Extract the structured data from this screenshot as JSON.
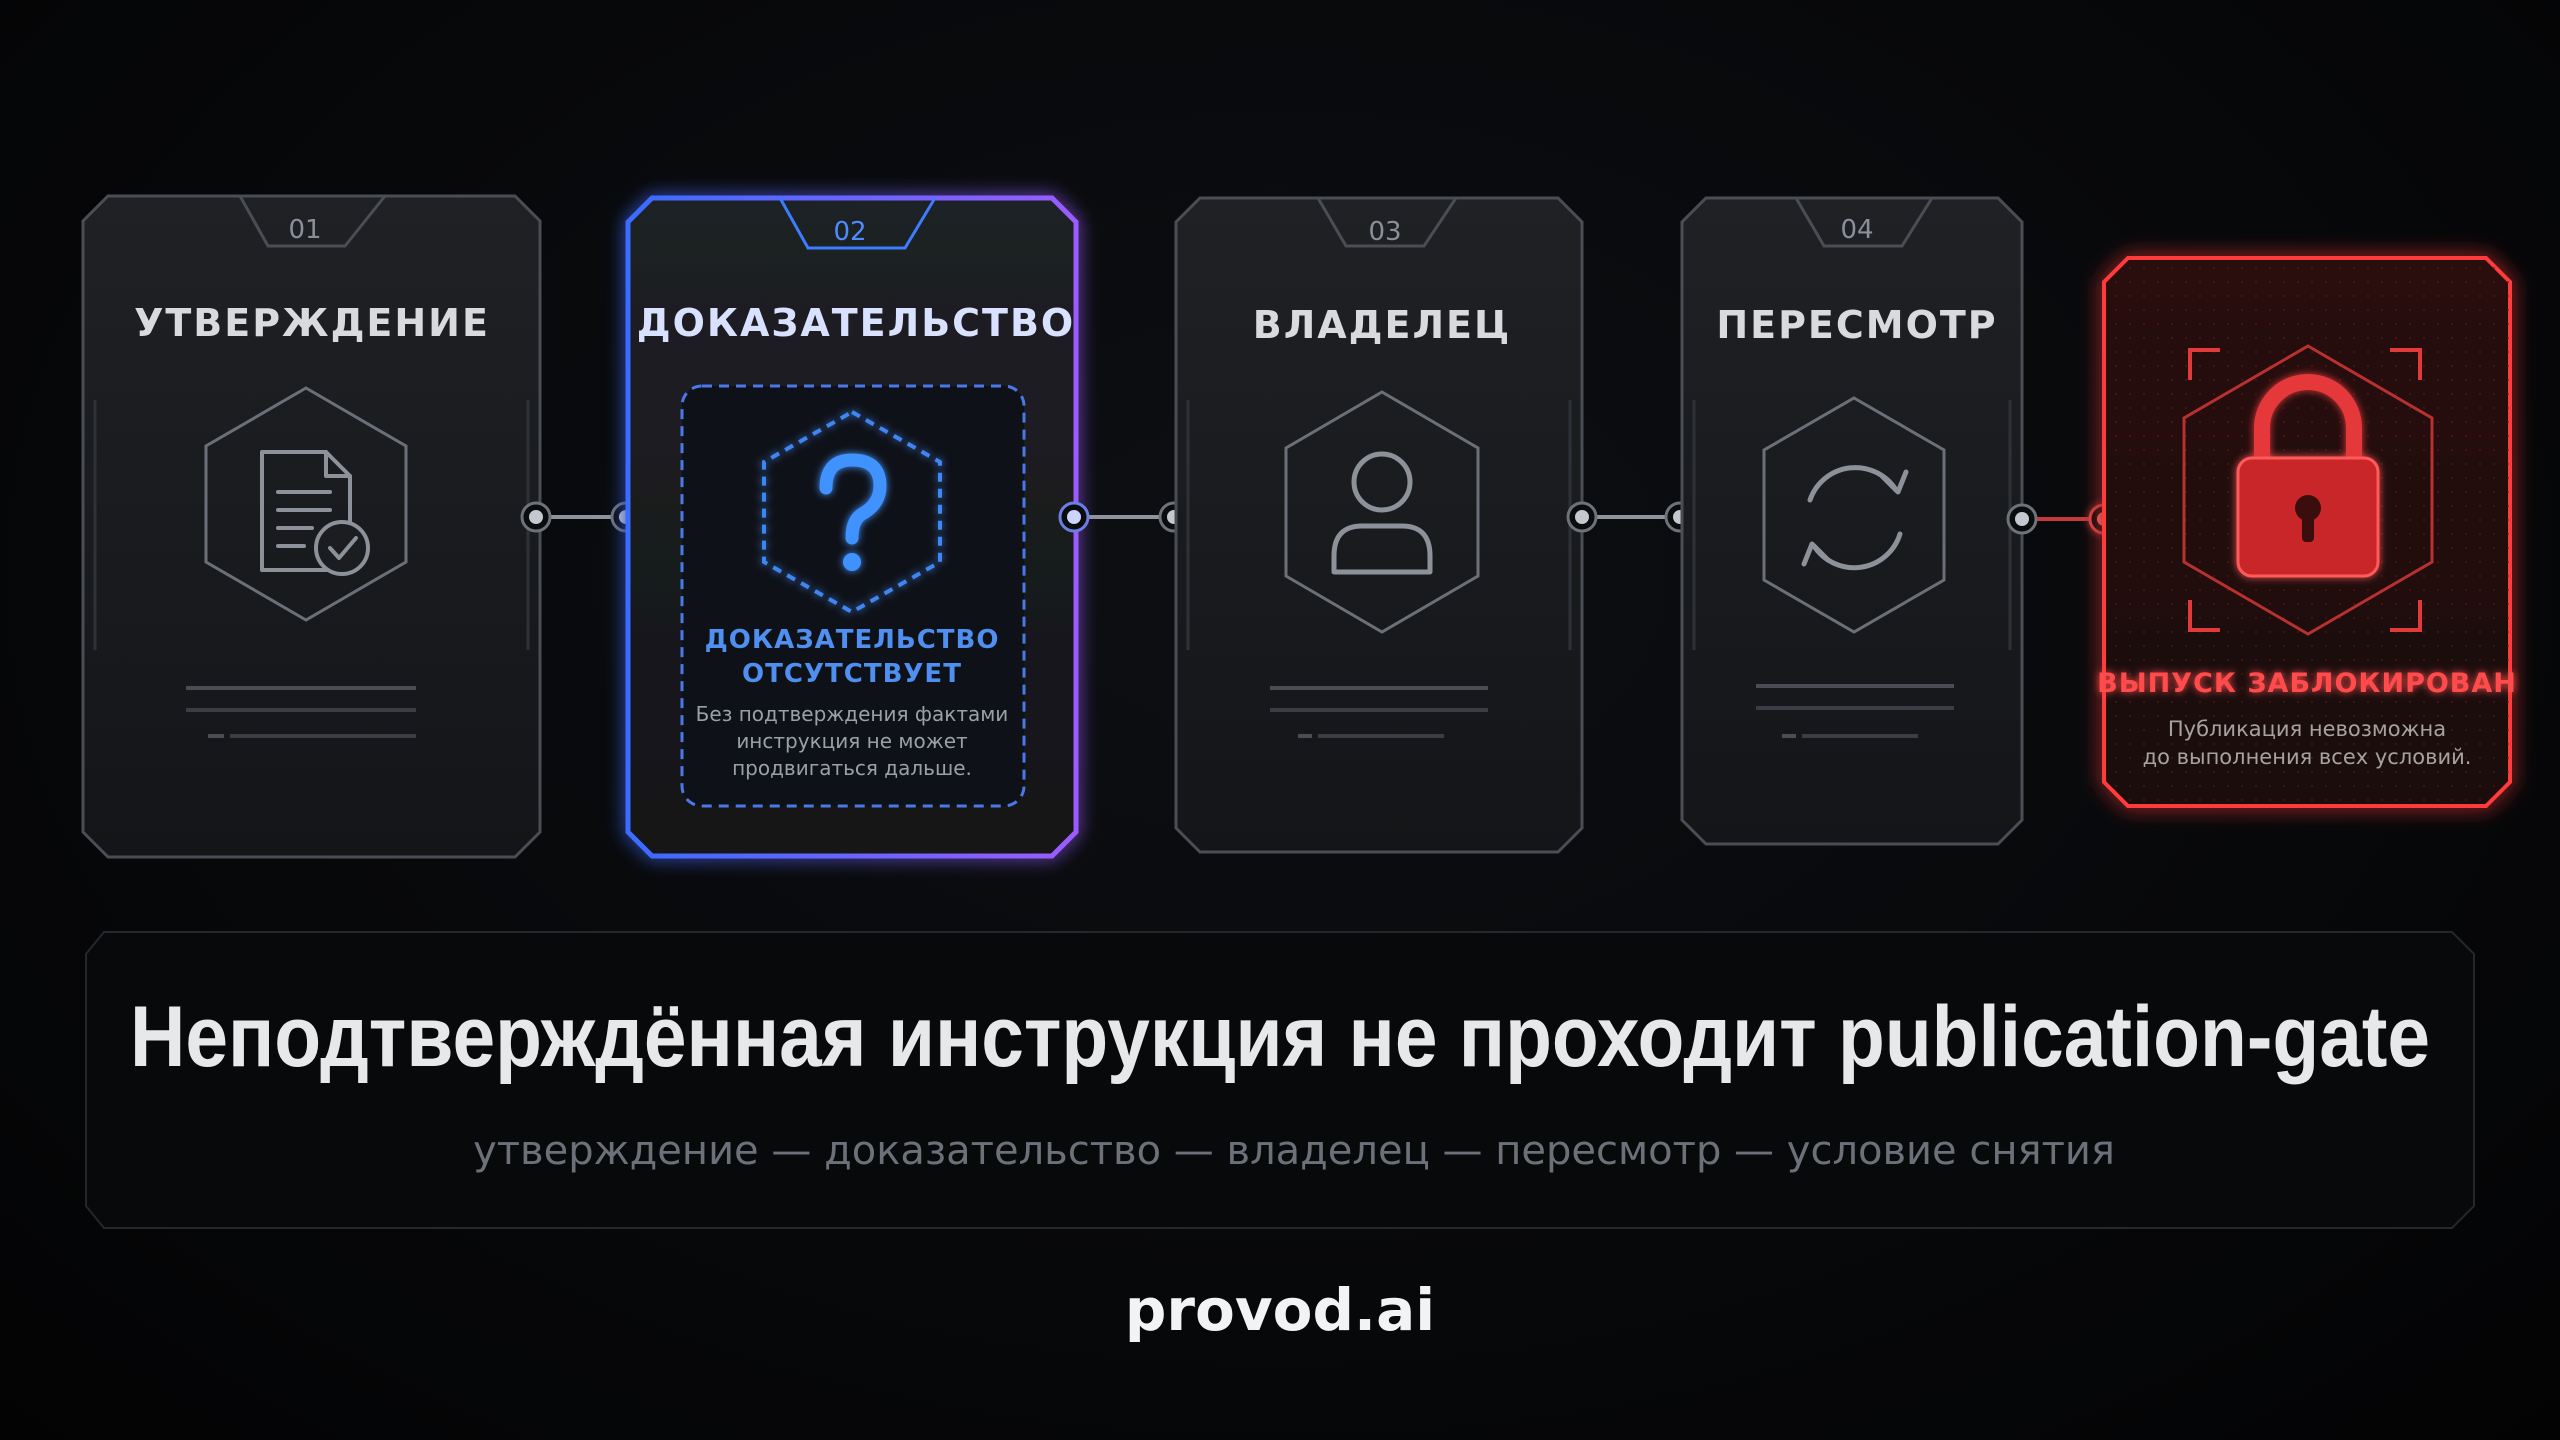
{
  "steps": [
    {
      "num": "01",
      "title": "УТВЕРЖДЕНИЕ",
      "icon": "document-check-icon"
    },
    {
      "num": "02",
      "title": "ДОКАЗАТЕЛЬСТВО",
      "icon": "question-mark-icon",
      "status_lines": [
        "ДОКАЗАТЕЛЬСТВО",
        "ОТСУТСТВУЕТ"
      ],
      "note_lines": [
        "Без подтверждения фактами",
        "инструкция не может",
        "продвигаться дальше."
      ]
    },
    {
      "num": "03",
      "title": "ВЛАДЕЛЕЦ",
      "icon": "user-icon"
    },
    {
      "num": "04",
      "title": "ПЕРЕСМОТР",
      "icon": "refresh-icon"
    }
  ],
  "gate": {
    "icon": "lock-icon",
    "title": "ВЫПУСК ЗАБЛОКИРОВАН",
    "note_lines": [
      "Публикация невозможна",
      "до выполнения всех условий."
    ]
  },
  "headline": "Неподтверждённая инструкция не проходит publication-gate",
  "subline": "утверждение — доказательство — владелец — пересмотр — условие снятия",
  "brand": "provod.ai",
  "colors": {
    "active": "#3d7bff",
    "active_alt": "#8b5cff",
    "blocked": "#ff3b3b",
    "neutral": "#5b5f66"
  }
}
